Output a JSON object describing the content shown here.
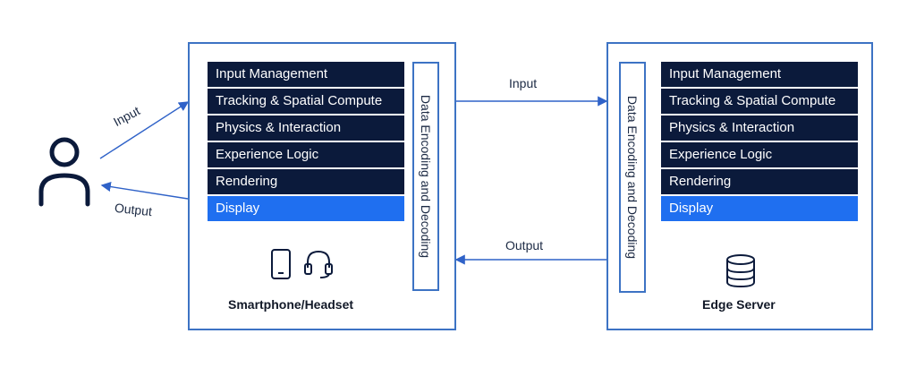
{
  "user": {
    "icon": "person-icon"
  },
  "user_flows": {
    "input_label": "Input",
    "output_label": "Output"
  },
  "device": {
    "caption": "Smartphone/Headset",
    "icons": [
      "smartphone-icon",
      "headset-icon"
    ],
    "codec_label": "Data Encoding and Decoding",
    "layers": [
      {
        "label": "Input Management"
      },
      {
        "label": "Tracking & Spatial Compute"
      },
      {
        "label": "Physics & Interaction"
      },
      {
        "label": "Experience Logic"
      },
      {
        "label": "Rendering"
      },
      {
        "label": "Display"
      }
    ]
  },
  "network_flows": {
    "input_label": "Input",
    "output_label": "Output"
  },
  "server": {
    "caption": "Edge Server",
    "icons": [
      "database-icon"
    ],
    "codec_label": "Data Encoding and Decoding",
    "layers": [
      {
        "label": "Input Management"
      },
      {
        "label": "Tracking & Spatial Compute"
      },
      {
        "label": "Physics & Interaction"
      },
      {
        "label": "Experience Logic"
      },
      {
        "label": "Rendering"
      },
      {
        "label": "Display"
      }
    ]
  },
  "colors": {
    "layer_bg": "#0b1a3b",
    "highlight_bg": "#1f6ff0",
    "border": "#3d73c4",
    "arrow": "#2f62c8",
    "icon": "#0b1a3b"
  }
}
